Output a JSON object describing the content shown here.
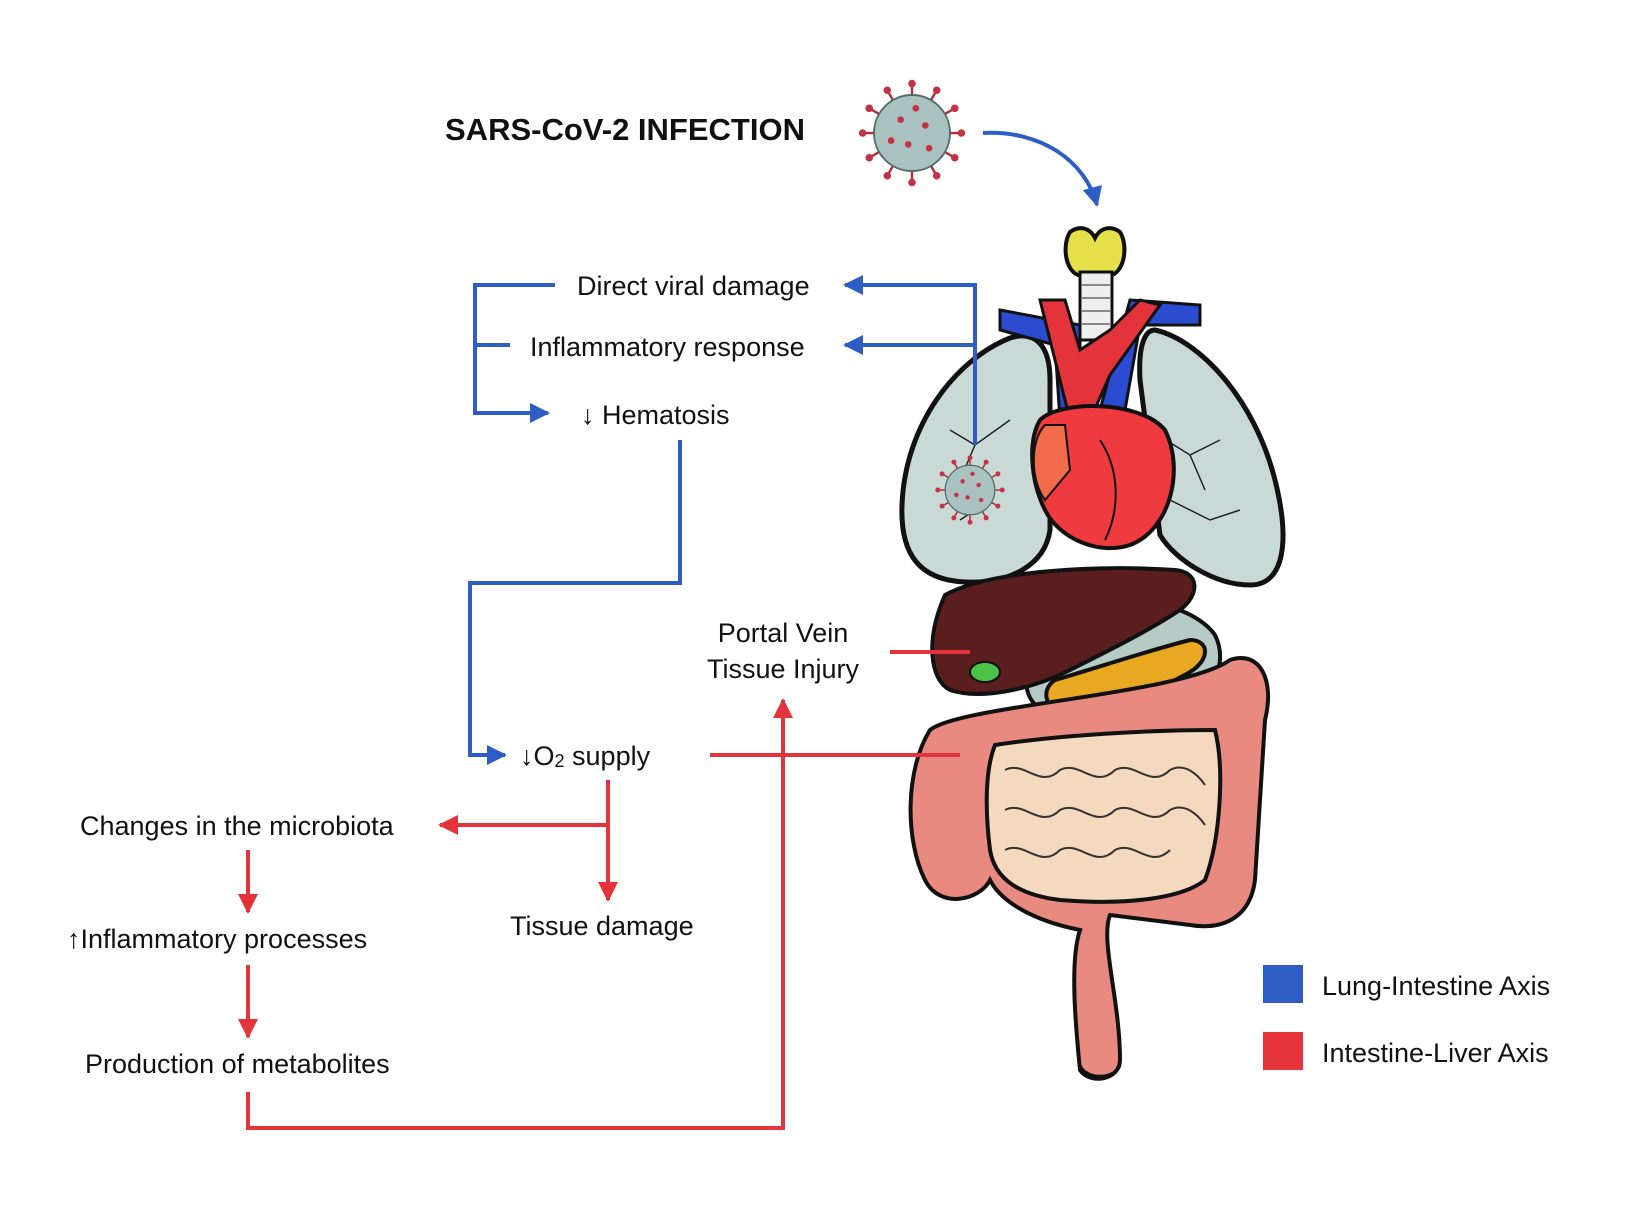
{
  "title": "SARS-CoV-2 INFECTION",
  "colors": {
    "lung_intestine_axis": "#2f5dc6",
    "intestine_liver_axis": "#e3343c"
  },
  "nodes": {
    "direct_viral_damage": "Direct viral damage",
    "inflammatory_response": "Inflammatory response",
    "hematosis": "↓ Hematosis",
    "o2_supply_arrow": "↓",
    "o2_supply_o": "O",
    "o2_supply_sub": "2",
    "o2_supply_rest": " supply",
    "changes_microbiota": "Changes in the microbiota",
    "inflammatory_processes": "↑Inflammatory processes",
    "tissue_damage": "Tissue damage",
    "production_metabolites": "Production of metabolites",
    "portal_vein_line1": "Portal Vein",
    "portal_vein_line2": "Tissue Injury"
  },
  "legend": [
    {
      "label": "Lung-Intestine Axis",
      "color": "#2f5dc6"
    },
    {
      "label": "Intestine-Liver Axis",
      "color": "#e3343c"
    }
  ],
  "icons": [
    "virus-icon",
    "thyroid-icon",
    "trachea-icon",
    "lungs-icon",
    "heart-icon",
    "liver-icon",
    "gallbladder-icon",
    "stomach-icon",
    "pancreas-icon",
    "large-intestine-icon",
    "small-intestine-icon",
    "rectum-icon"
  ]
}
